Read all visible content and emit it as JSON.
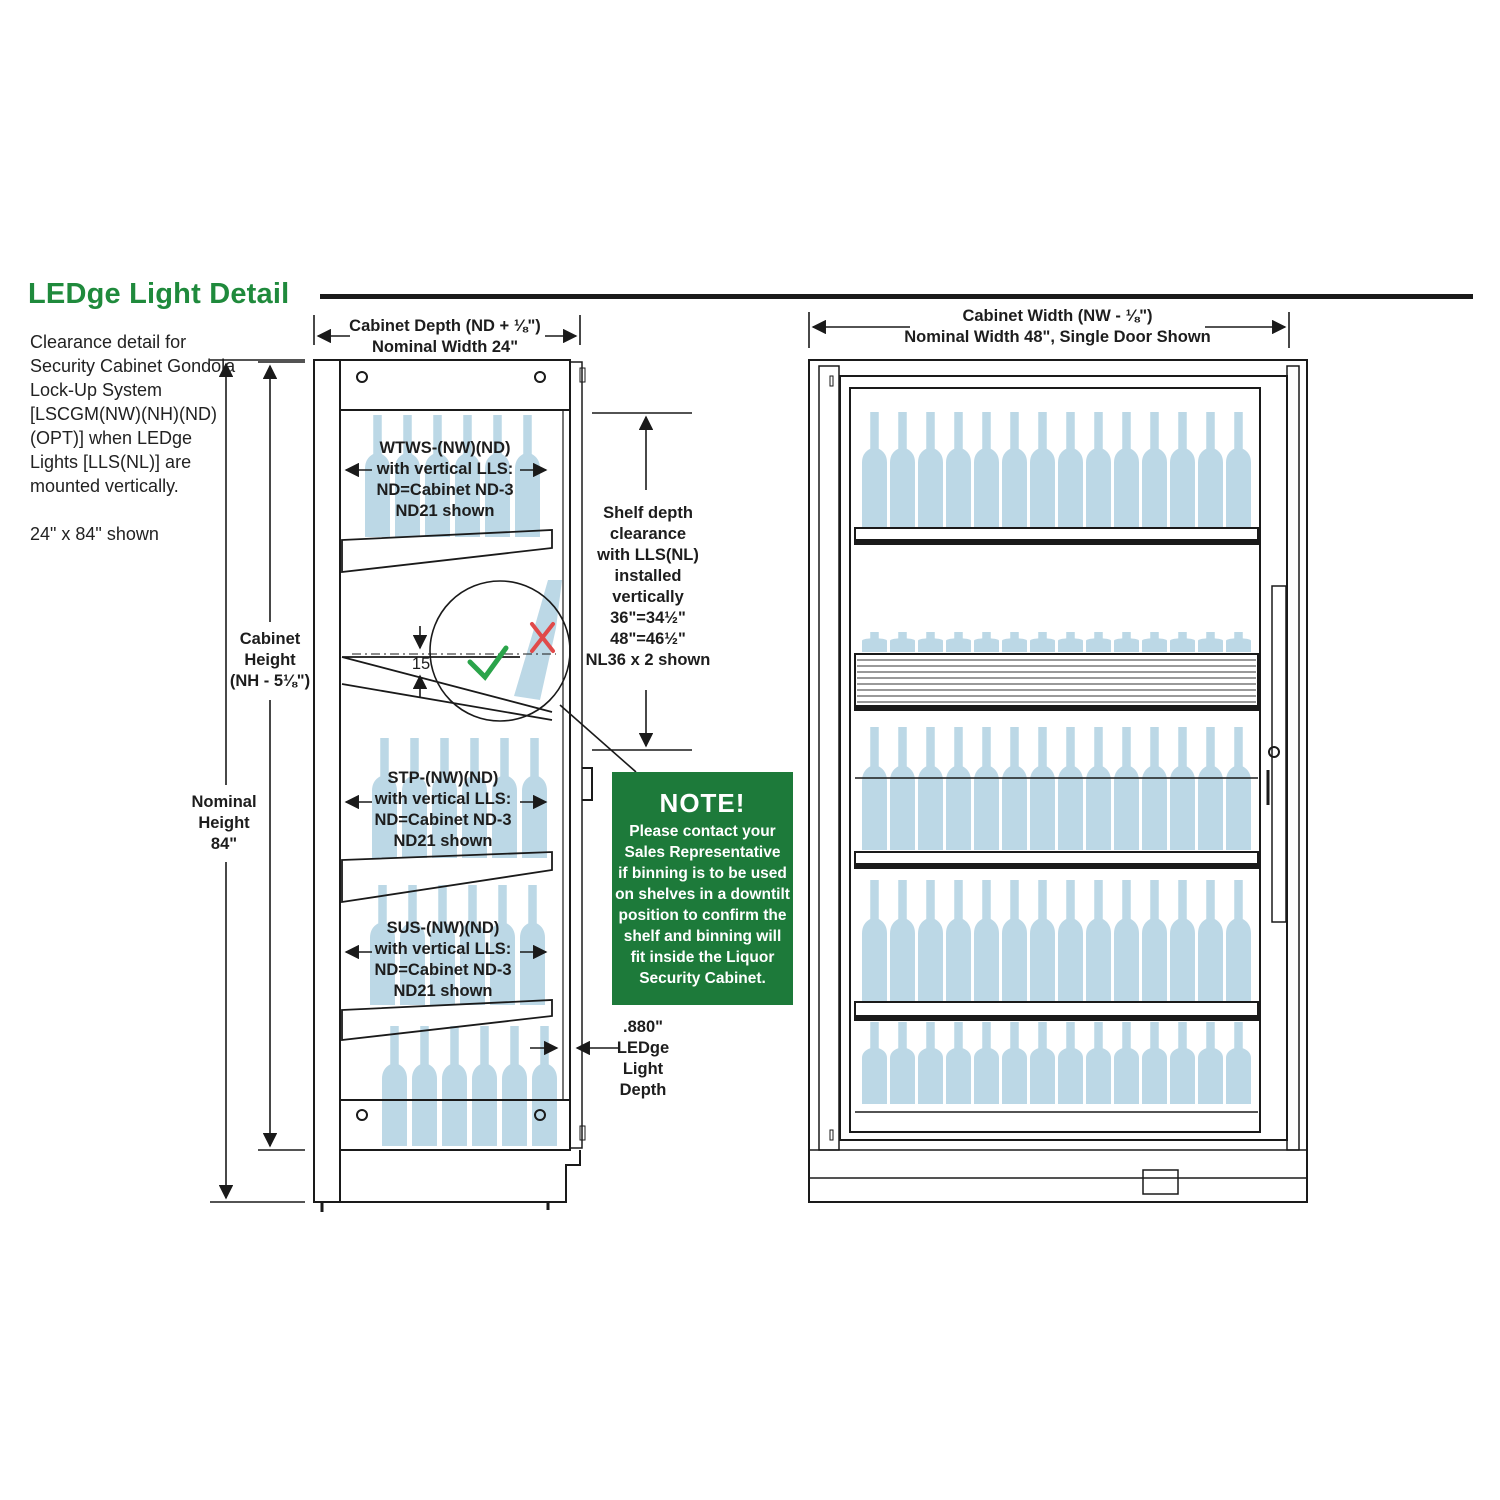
{
  "header": {
    "title": "LEDge Light Detail",
    "description": [
      "Clearance detail for Security Cabinet Gondola Lock-Up System [LSCGM(NW)(NH)(ND)(OPT)] when LEDge Lights [LLS(NL)] are mounted vertically.",
      "24\" x 84\" shown"
    ]
  },
  "side_view": {
    "depth_label": [
      "Cabinet Depth (ND + ⅛\")",
      "Nominal Width 24\""
    ],
    "cabinet_height_label": [
      "Cabinet",
      "Height",
      "(NH - 5⅛\")"
    ],
    "nominal_height_label": [
      "Nominal",
      "Height",
      "84\""
    ],
    "shelves": [
      {
        "lines": [
          "WTWS-(NW)(ND)",
          "with vertical LLS:",
          "ND=Cabinet ND-3",
          "ND21 shown"
        ]
      },
      {
        "lines": [
          "STP-(NW)(ND)",
          "with vertical LLS:",
          "ND=Cabinet ND-3",
          "ND21 shown"
        ]
      },
      {
        "lines": [
          "SUS-(NW)(ND)",
          "with vertical LLS:",
          "ND=Cabinet ND-3",
          "ND21 shown"
        ]
      }
    ],
    "angle_label": "15",
    "ok_icon": "check-mark-icon",
    "bad_icon": "x-mark-icon",
    "shelf_depth_clearance": [
      "Shelf depth",
      "clearance",
      "with LLS(NL)",
      "installed",
      "vertically",
      "36\"=34½\"",
      "48\"=46½\"",
      "NL36 x 2 shown"
    ],
    "ledge_depth_label": [
      ".880\"",
      "LEDge",
      "Light",
      "Depth"
    ]
  },
  "note": {
    "heading": "NOTE!",
    "lines": [
      "Please contact your",
      "Sales Representative",
      "if binning is to be used",
      "on shelves in a downtilt",
      "position to confirm the",
      "shelf and binning will",
      "fit inside the Liquor",
      "Security Cabinet."
    ]
  },
  "front_view": {
    "width_label": [
      "Cabinet Width (NW - ⅛\")",
      "Nominal Width 48\", Single Door Shown"
    ]
  },
  "colors": {
    "accent_green": "#1f8a3c",
    "note_green": "#1d7a3a",
    "bottle_blue": "#bcd8e6",
    "check_green": "#2aa44a",
    "x_red": "#e04a4a",
    "line": "#1a1a1a"
  }
}
